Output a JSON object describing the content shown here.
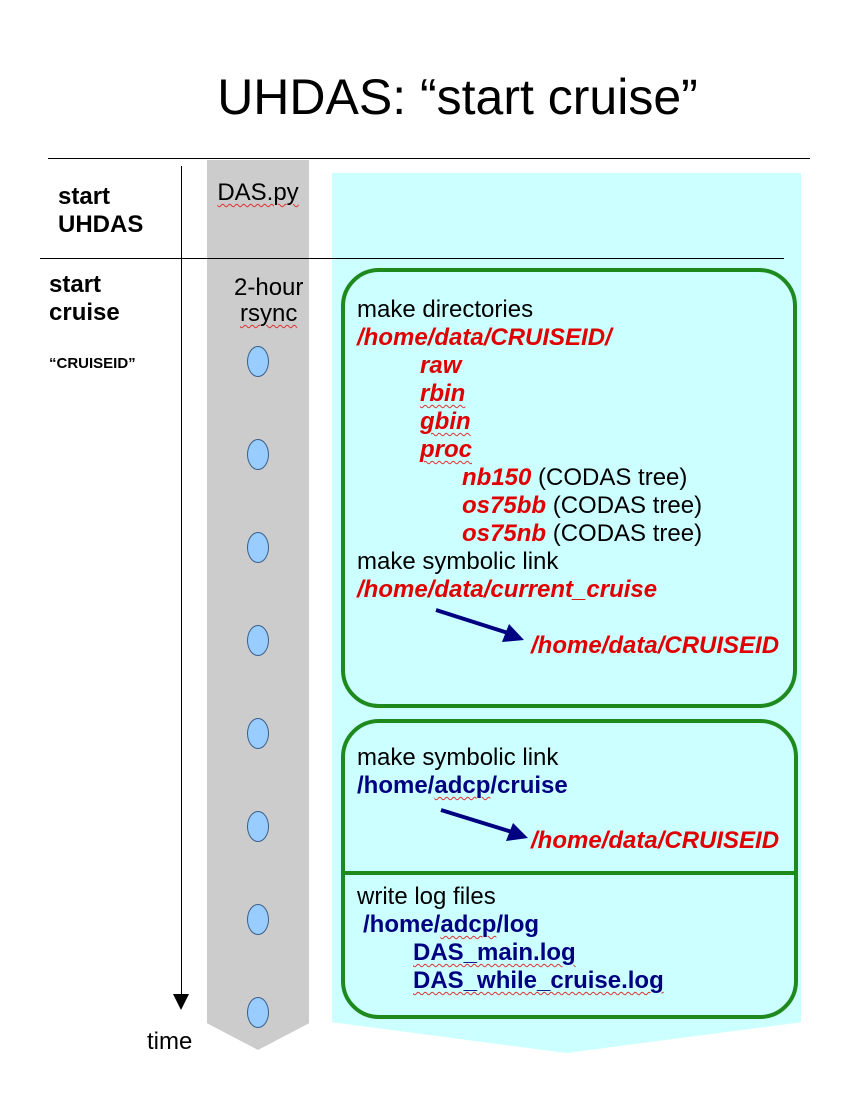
{
  "title": "UHDAS: “start cruise”",
  "left_labels": {
    "start_uhdas": [
      "start",
      "UHDAS"
    ],
    "start_cruise": [
      "start",
      "cruise"
    ],
    "cruiseid": "“CRUISEID”",
    "time": "time"
  },
  "gray_column": {
    "program": "DAS.py",
    "rsync_line1": "2-hour",
    "rsync_line2": "rsync",
    "oval_count": 8
  },
  "box1": {
    "make_dirs": "make directories",
    "root": "/home/data/CRUISEID/",
    "subdirs": [
      "raw",
      "rbin",
      "gbin",
      "proc"
    ],
    "proc_children": [
      {
        "name": "nb150",
        "note": " (CODAS tree)"
      },
      {
        "name": "os75bb",
        "note": " (CODAS tree)"
      },
      {
        "name": "os75nb",
        "note": " (CODAS tree)"
      }
    ],
    "make_link": "make symbolic link",
    "link_from": "/home/data/current_cruise",
    "link_to": "/home/data/CRUISEID"
  },
  "box2": {
    "make_link": "make symbolic link",
    "link_from": "/home/adcp/cruise",
    "link_to": "/home/data/CRUISEID",
    "write_logs": "write log files",
    "log_dir": "/home/adcp/log",
    "log_files": [
      "DAS_main.log",
      "DAS_while_cruise.log"
    ]
  },
  "colors": {
    "red_path": "#e00000",
    "navy_path": "#000080",
    "box_border": "#1e8a1e",
    "cyan_bg": "#ccffff",
    "gray_bg": "#cccccc",
    "oval_fill": "#99ccff"
  }
}
